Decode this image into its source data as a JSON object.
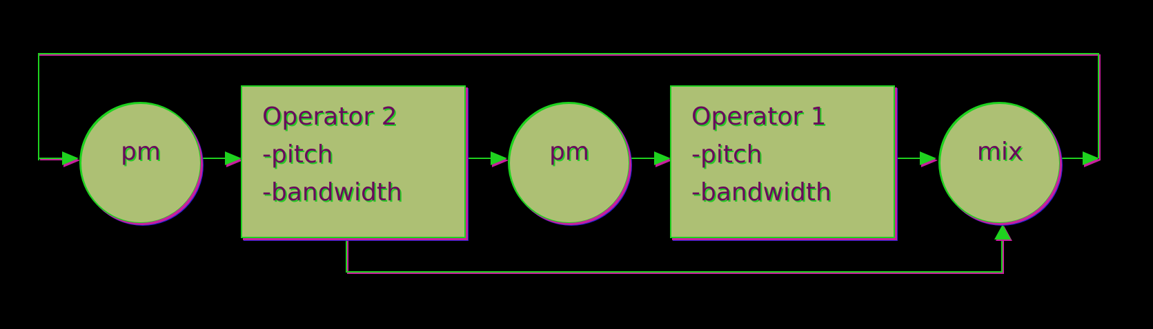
{
  "colors": {
    "background": "#000000",
    "node_fill": "#adc074",
    "outline_green": "#1fd21f",
    "shadow_blue": "#2a1fd2",
    "shadow_magenta": "#c81f9e",
    "text_main": "#6a0a5c",
    "text_green": "#27c927",
    "text_magenta": "#b01a98"
  },
  "nodes": {
    "pm_1": {
      "label": "pm"
    },
    "operator_2": {
      "lines": [
        "Operator 2",
        "-pitch",
        "-bandwidth"
      ]
    },
    "pm_2": {
      "label": "pm"
    },
    "operator_1": {
      "lines": [
        "Operator 1",
        "-pitch",
        "-bandwidth"
      ]
    },
    "mix": {
      "label": "mix"
    }
  }
}
